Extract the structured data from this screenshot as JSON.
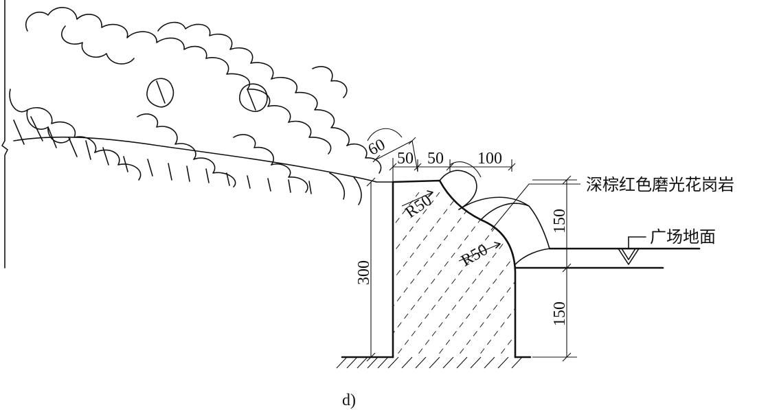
{
  "figure": {
    "caption": "d)",
    "material_label": "深棕红色磨光花岗岩",
    "ground_label": "广场地面",
    "dimensions": {
      "angle_top": "60",
      "width_a": "50",
      "width_b": "50",
      "width_c": "100",
      "height_total": "300",
      "height_upper": "150",
      "height_lower": "150",
      "radius_upper": "R50",
      "radius_lower": "R50"
    }
  }
}
